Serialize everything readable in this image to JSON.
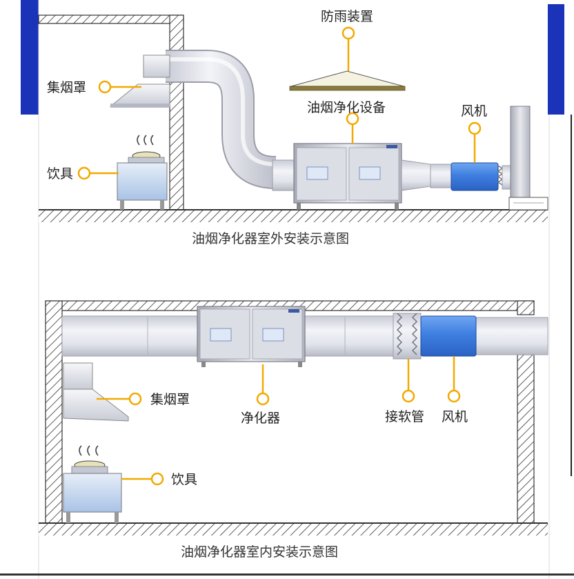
{
  "outdoor": {
    "caption": "油烟净化器室外安装示意图",
    "rain_cover": "防雨装置",
    "hood": "集烟罩",
    "stove": "饮具",
    "purifier": "油烟净化设备",
    "fan": "风机"
  },
  "indoor": {
    "caption": "油烟净化器室内安装示意图",
    "hood": "集烟罩",
    "stove": "饮具",
    "purifier": "净化器",
    "soft_joint": "接软管",
    "fan": "风机"
  },
  "colors": {
    "accent_blue": "#1a33b8",
    "callout_orange": "#f2a900",
    "fan_blue": "#3f7fe0"
  }
}
